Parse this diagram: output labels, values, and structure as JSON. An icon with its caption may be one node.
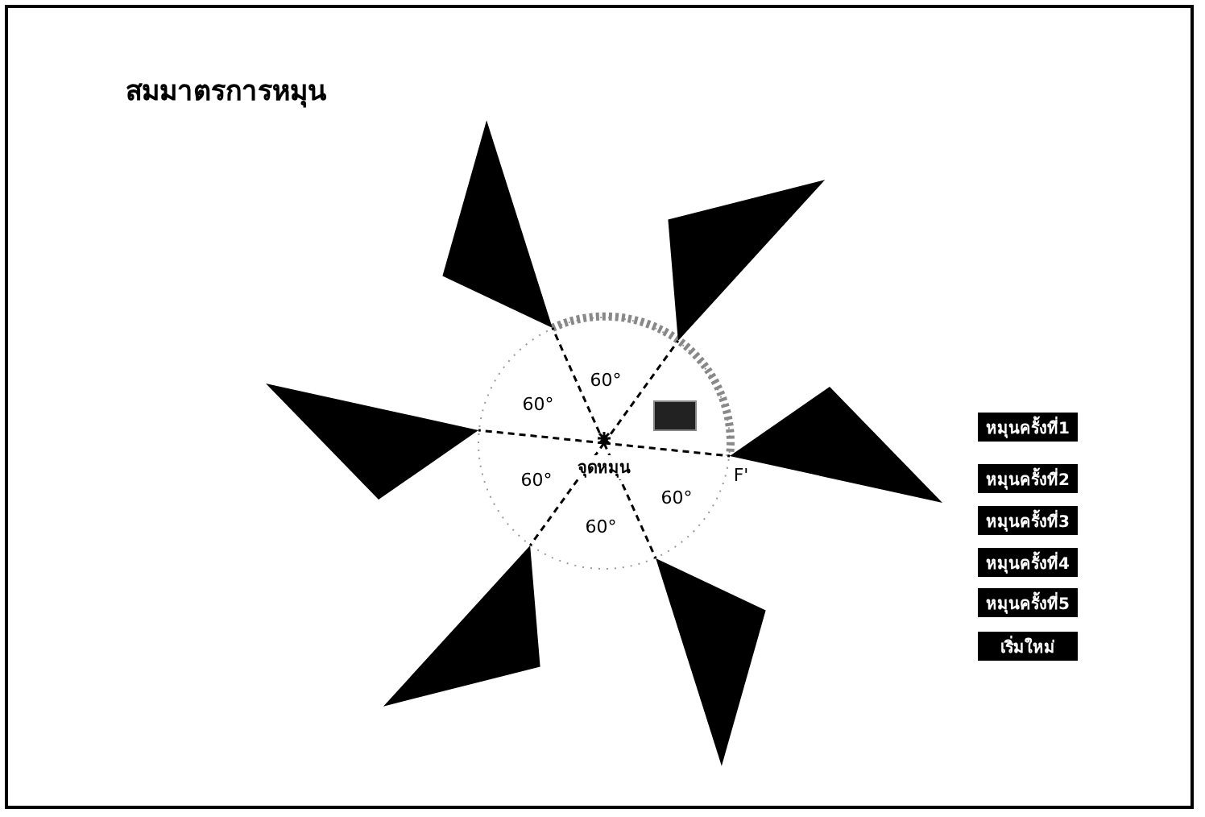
{
  "diagram": {
    "title": "สมมาตรการหมุน",
    "labels": [
      "60°",
      "60°",
      "60°",
      "60°",
      "60°",
      "จุดหมุน",
      "F'",
      "หมุนครั้งที่1",
      "หมุนครั้งที่2",
      "หมุนครั้งที่3",
      "หมุนครั้งที่4",
      "หมุนครั้งที่5",
      "เริ่มใหม่"
    ]
  }
}
